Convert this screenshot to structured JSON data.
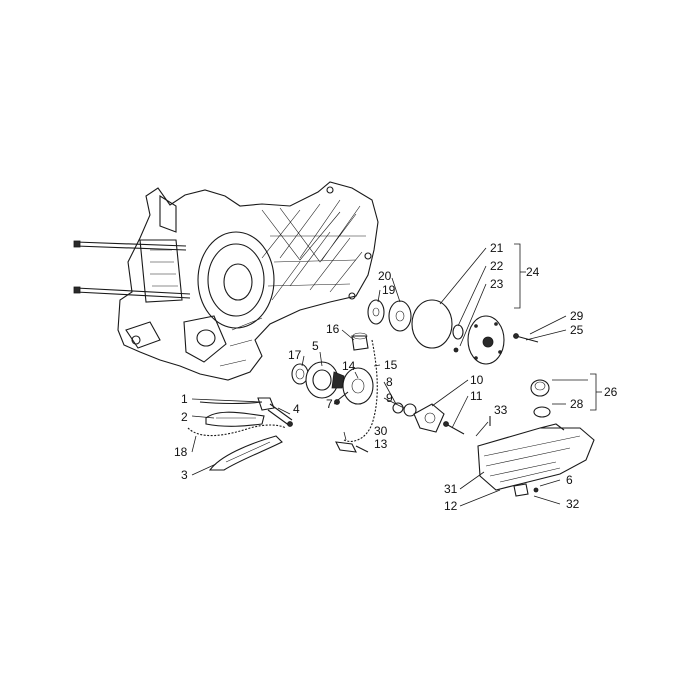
{
  "callouts": [
    {
      "id": "c1",
      "text": "1"
    },
    {
      "id": "c2",
      "text": "2"
    },
    {
      "id": "c3",
      "text": "3"
    },
    {
      "id": "c4",
      "text": "4"
    },
    {
      "id": "c5",
      "text": "5"
    },
    {
      "id": "c6",
      "text": "6"
    },
    {
      "id": "c7",
      "text": "7"
    },
    {
      "id": "c8",
      "text": "8"
    },
    {
      "id": "c9",
      "text": "9"
    },
    {
      "id": "c10",
      "text": "10"
    },
    {
      "id": "c11",
      "text": "11"
    },
    {
      "id": "c12",
      "text": "12"
    },
    {
      "id": "c13",
      "text": "13"
    },
    {
      "id": "c14",
      "text": "14"
    },
    {
      "id": "c15",
      "text": "15"
    },
    {
      "id": "c16",
      "text": "16"
    },
    {
      "id": "c17",
      "text": "17"
    },
    {
      "id": "c18",
      "text": "18"
    },
    {
      "id": "c19",
      "text": "19"
    },
    {
      "id": "c20",
      "text": "20"
    },
    {
      "id": "c21",
      "text": "21"
    },
    {
      "id": "c22",
      "text": "22"
    },
    {
      "id": "c23",
      "text": "23"
    },
    {
      "id": "c24",
      "text": "24"
    },
    {
      "id": "c25",
      "text": "25"
    },
    {
      "id": "c26",
      "text": "26"
    },
    {
      "id": "c28",
      "text": "28"
    },
    {
      "id": "c29",
      "text": "29"
    },
    {
      "id": "c30",
      "text": "30"
    },
    {
      "id": "c31",
      "text": "31"
    },
    {
      "id": "c32",
      "text": "32"
    },
    {
      "id": "c33",
      "text": "33"
    }
  ]
}
